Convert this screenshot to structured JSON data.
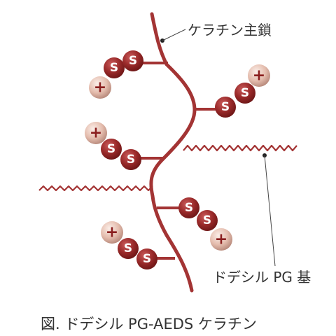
{
  "labels": {
    "main_chain": "ケラチン主鎖",
    "side_group": "ドデシル PG 基"
  },
  "caption": "図.  ドデシル PG-AEDS ケラチン",
  "ball_texts": {
    "sulfur": "S",
    "cation": "+"
  },
  "colors": {
    "chain": "#a33434",
    "sulfur_ball": "#8e2525",
    "cation_ball": "#e6c2b4",
    "text": "#333333"
  }
}
